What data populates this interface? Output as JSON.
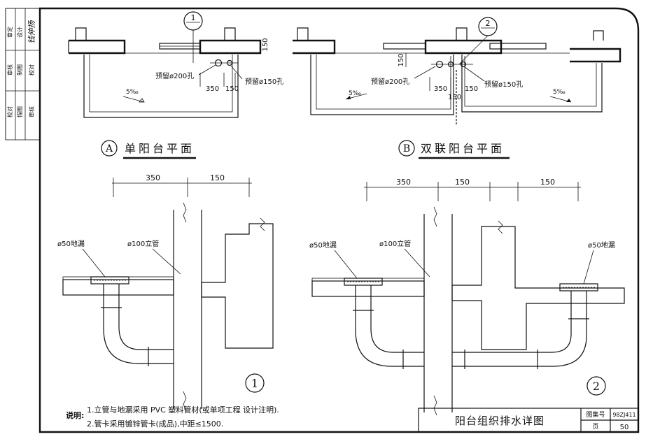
{
  "sidebar": {
    "cells": [
      "审定",
      "审核",
      "校对",
      "设计",
      "制图",
      "描图",
      "校对",
      "审核"
    ],
    "signature": "钱仲扬"
  },
  "plan_a": {
    "title_mark": "A",
    "title": "单阳台平面",
    "detail_mark": "1",
    "dim_vertical": "150",
    "label_hole_200": "预留ø200孔",
    "label_hole_150": "预留ø150孔",
    "dim_350": "350",
    "dim_150": "150",
    "slope": "5‰"
  },
  "plan_b": {
    "title_mark": "B",
    "title": "双联阳台平面",
    "detail_mark": "2",
    "dim_vertical": "150",
    "label_hole_200": "预留ø200孔",
    "label_hole_150": "预留ø150孔",
    "dim_350": "350",
    "dim_150_a": "150",
    "dim_150_b": "150",
    "slope_left": "5‰",
    "slope_right": "5‰"
  },
  "section_1": {
    "number": "1",
    "dim_350": "350",
    "dim_150": "150",
    "label_drain": "ø50地漏",
    "label_pipe": "ø100立管"
  },
  "section_2": {
    "number": "2",
    "dim_350": "350",
    "dim_150_a": "150",
    "dim_150_b": "150",
    "label_drain_left": "ø50地漏",
    "label_pipe": "ø100立管",
    "label_drain_right": "ø50地漏"
  },
  "notes": {
    "heading": "说明:",
    "line1": "1.立管与地漏采用 PVC 塑料管材(或单项工程 设计注明).",
    "line2": "2.管卡采用镀锌管卡(成品),中距≤1500."
  },
  "title_block": {
    "title": "阳台组织排水详图",
    "atlas_label": "图集号",
    "atlas_value": "98ZJ411",
    "page_label": "页",
    "page_value": "50"
  }
}
